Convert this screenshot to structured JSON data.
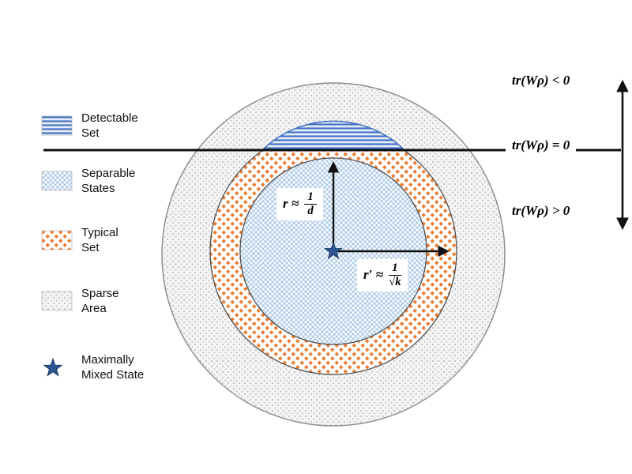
{
  "legend": {
    "items": [
      {
        "line1": "Detectable",
        "line2": "Set"
      },
      {
        "line1": "Separable",
        "line2": "States"
      },
      {
        "line1": "Typical",
        "line2": "Set"
      },
      {
        "line1": "Sparse",
        "line2": "Area"
      },
      {
        "line1": "Maximally",
        "line2": "Mixed State"
      }
    ]
  },
  "annotations": {
    "trace_negative": "tr(Wρ) < 0",
    "trace_zero": "tr(Wρ) = 0",
    "trace_positive": "tr(Wρ) > 0"
  },
  "radius_labels": {
    "r": {
      "lhs": "r ≈",
      "numerator": "1",
      "denominator": "d"
    },
    "r_prime": {
      "lhs": "r′ ≈",
      "numerator": "1",
      "denominator": "√k"
    }
  },
  "colors": {
    "detectable_blue": "#4472C4",
    "detectable_bg": "#E8EFF9",
    "separable_blue": "#A6C5E5",
    "typical_orange": "#ED7D31",
    "sparse_dot_gray": "#C3C3C3",
    "sparse_bg": "#F4F4F4",
    "star_blue": "#2E5596"
  }
}
